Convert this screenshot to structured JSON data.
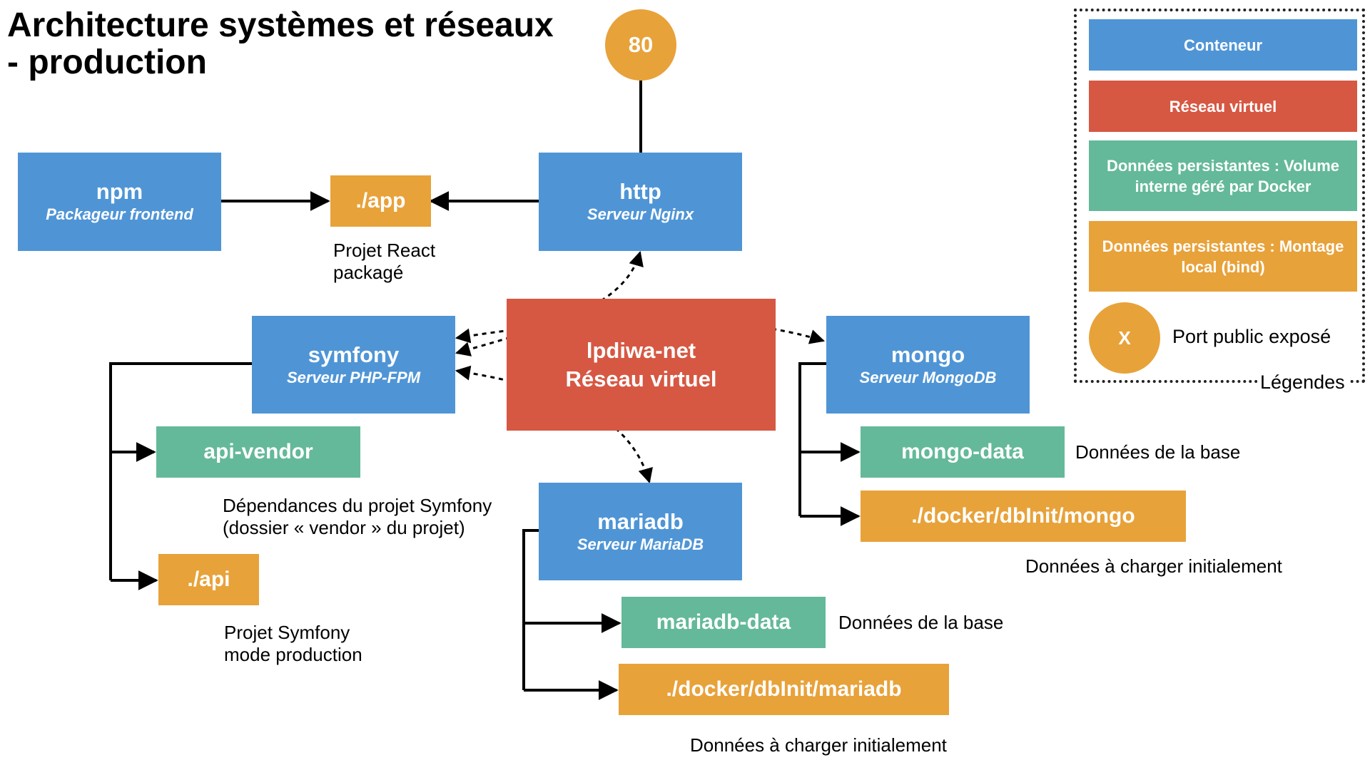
{
  "title": {
    "line1": "Architecture systèmes et réseaux",
    "line2": "- production"
  },
  "port_http": "80",
  "containers": {
    "npm": {
      "name": "npm",
      "sub": "Packageur frontend"
    },
    "http": {
      "name": "http",
      "sub": "Serveur Nginx"
    },
    "symfony": {
      "name": "symfony",
      "sub": "Serveur PHP-FPM"
    },
    "mongo": {
      "name": "mongo",
      "sub": "Serveur MongoDB"
    },
    "mariadb": {
      "name": "mariadb",
      "sub": "Serveur MariaDB"
    }
  },
  "network": {
    "name": "lpdiwa-net",
    "sub": "Réseau virtuel"
  },
  "volumes": {
    "app": "./app",
    "api_vendor": "api-vendor",
    "api": "./api",
    "mongo_data": "mongo-data",
    "mongo_init": "./docker/dbInit/mongo",
    "mariadb_data": "mariadb-data",
    "mariadb_init": "./docker/dbInit/mariadb"
  },
  "notes": {
    "app_1": "Projet React",
    "app_2": "packagé",
    "vendor_1": "Dépendances du projet Symfony",
    "vendor_2": "(dossier « vendor » du projet)",
    "api_1": "Projet Symfony",
    "api_2": "mode production",
    "mongo_data": "Données de la base",
    "mongo_init": "Données à charger initialement",
    "mariadb_data": "Données de la base",
    "mariadb_init": "Données à charger initialement"
  },
  "legend": {
    "caption": "Légendes",
    "container": "Conteneur",
    "network": "Réseau virtuel",
    "volume_1": "Données persistantes : Volume",
    "volume_2": "interne géré par Docker",
    "bind_1": "Données persistantes : Montage",
    "bind_2": "local (bind)",
    "port_symbol": "X",
    "port_label": "Port public exposé"
  },
  "colors": {
    "container": "#4f95d6",
    "network": "#d65843",
    "volume": "#64b99a",
    "bind": "#e8a23a",
    "port": "#e8a23a"
  }
}
